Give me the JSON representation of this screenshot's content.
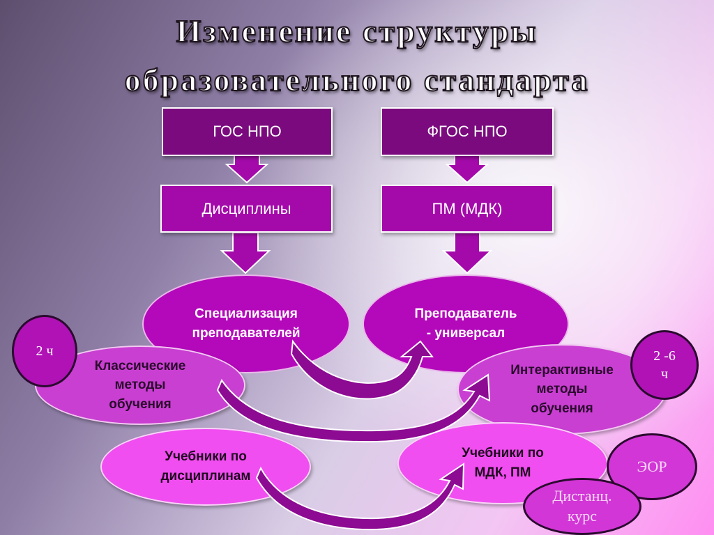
{
  "title": {
    "line1": "Изменение структуры",
    "line2": "образовательного стандарта"
  },
  "left_column": {
    "top_box": "ГОС НПО",
    "second_box": "Дисциплины",
    "ellipse": "Специализация\nпреподавателей"
  },
  "right_column": {
    "top_box": "ФГОС НПО",
    "second_box": "ПМ (МДК)",
    "ellipse": "Преподаватель\n- универсал"
  },
  "methods": {
    "left": "Классические\nметоды\nобучения",
    "right": "Интерактивные\nметоды\nобучения",
    "left_hours": "2 ч",
    "right_hours": "2 -6\nч"
  },
  "textbooks": {
    "left": "Учебники по\nдисциплинам",
    "right": "Учебники по\nМДК, ПМ"
  },
  "extras": {
    "eor": "ЭОР",
    "distance_course": "Дистанц.\nкурс"
  },
  "colors": {
    "dark_box": "#7a0a7e",
    "mid_box": "#a40aaa",
    "ellipse_main": "#b409ba",
    "arrow_fill": "#a40aaa",
    "curve_arrow_fill": "#8c0b92"
  }
}
